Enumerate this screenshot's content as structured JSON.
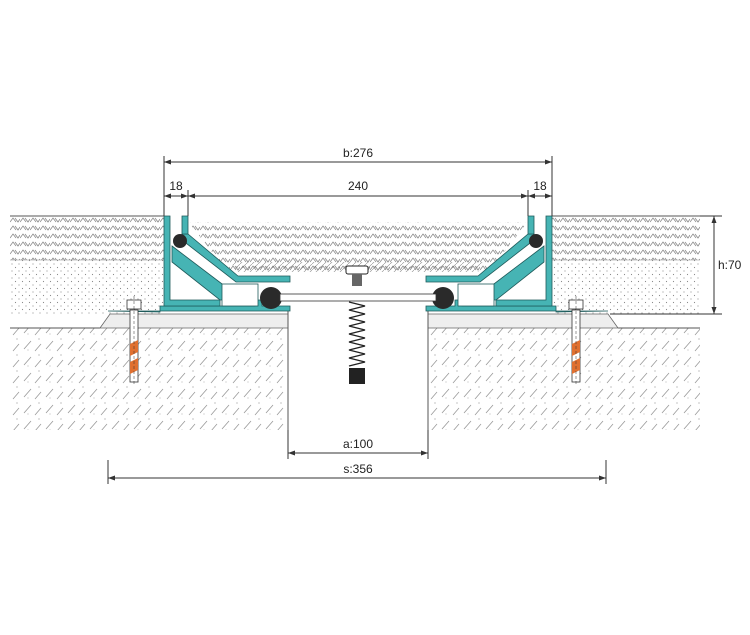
{
  "dimensions": {
    "b": "b:276",
    "left_flange": "18",
    "inner_width": "240",
    "right_flange": "18",
    "h": "h:70",
    "a": "a:100",
    "s": "s:356"
  },
  "colors": {
    "profile": "#46b4b4",
    "profile_stroke": "#1e5a5a",
    "seal": "#2a2a2a",
    "line": "#333333"
  }
}
